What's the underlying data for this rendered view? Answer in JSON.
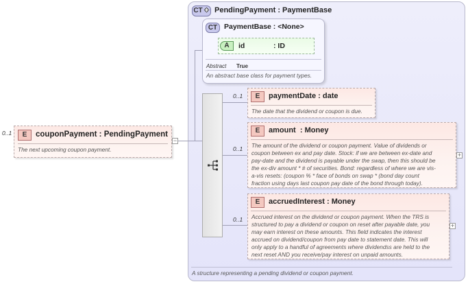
{
  "root_element": {
    "multiplicity": "0..1",
    "badge": "E",
    "name": "couponPayment",
    "separator": ":",
    "type": "PendingPayment",
    "description": "The next upcoming coupon payment.",
    "collapse_symbol": "−"
  },
  "complex_type": {
    "badge": "CT",
    "name": "PendingPayment",
    "separator": ":",
    "base": "PaymentBase",
    "description": "A structure representing a pending dividend or coupon payment."
  },
  "base_type": {
    "badge": "CT",
    "name": "PaymentBase",
    "separator": ":",
    "base": "<None>",
    "attribute": {
      "badge": "A",
      "name": "id",
      "separator": ":",
      "type": "ID"
    },
    "abstract_label": "Abstract",
    "abstract_value": "True",
    "description": "An abstract base class for payment types."
  },
  "children": [
    {
      "multiplicity": "0..1",
      "badge": "E",
      "name": "paymentDate",
      "separator": ":",
      "type": "date",
      "description_lines": [
        "The date that the dividend or coupon is due."
      ]
    },
    {
      "multiplicity": "0..1",
      "badge": "E",
      "name": "amount",
      "separator": ":",
      "type": "Money",
      "expand_symbol": "+",
      "description_lines": [
        "The amount of the dividend or coupon payment. Value of dividends or",
        "coupon between ex and pay date. Stock: if we are between ex-date and",
        "pay-date and the dividend is payable under the swap, then this should be",
        "the ex-div amount * # of securities. Bond: regardless of where we are vis-",
        "a-vis resets: (coupon % * face of bonds on swap * (bond day count",
        "fraction using days last coupon pay date of the bond through today)."
      ]
    },
    {
      "multiplicity": "0..1",
      "badge": "E",
      "name": "accruedInterest",
      "separator": ":",
      "type": "Money",
      "expand_symbol": "+",
      "description_lines": [
        "Accrued interest on the dividend or coupon payment. When the TRS is",
        "structured to pay a dividend or coupon on reset after payable date, you",
        "may earn interest on these amounts. This field indicates the interest",
        "accrued on dividend/coupon from pay date to statement date. This will",
        "only apply to a handful of agreements where dividendss are held to the",
        "next reset AND you receive/pay interest on unpaid amounts."
      ]
    }
  ],
  "compositor_icon": "sequence-icon"
}
